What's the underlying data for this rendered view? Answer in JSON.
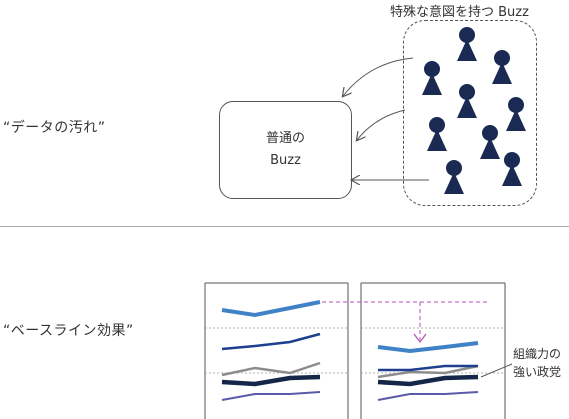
{
  "top": {
    "section_label": "“データの汚れ”",
    "group_caption": "特殊な意図を持つ Buzz",
    "box_line1": "普通の",
    "box_line2": "Buzz"
  },
  "bottom": {
    "section_label": "“ベースライン効果”",
    "annotation_line1": "組織力の",
    "annotation_line2": "強い政党"
  },
  "colors": {
    "person": "#1b2a52",
    "line_light": "#3f82c6",
    "line_dark": "#1e3f8f",
    "line_gray": "#8c8c8c",
    "line_navy": "#142748",
    "line_purple": "#5a5aa8",
    "dashed_arrow": "#b44fb8"
  },
  "icons": [
    "person-icon",
    "arrow-icon"
  ]
}
